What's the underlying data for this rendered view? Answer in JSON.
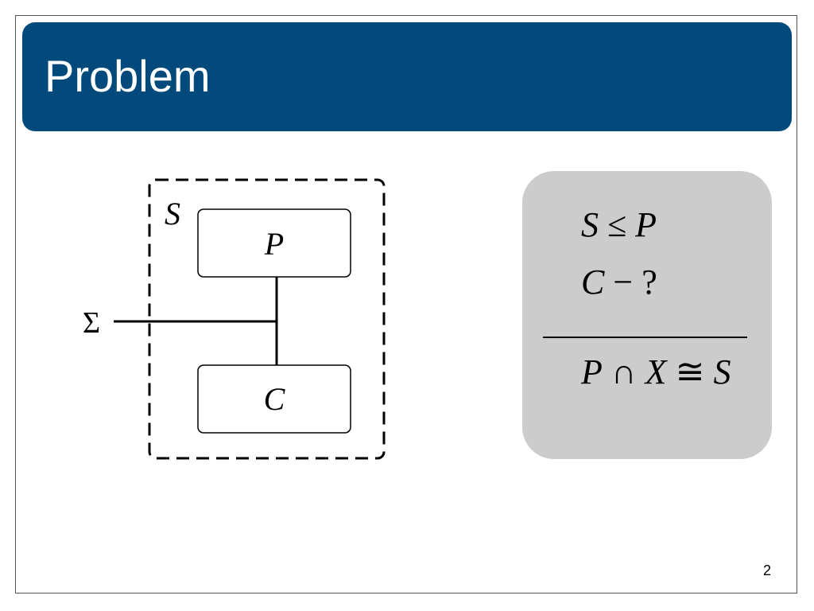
{
  "slide": {
    "title": "Problem",
    "page_number": "2"
  },
  "diagram": {
    "system_label": "S",
    "plant_block_label": "P",
    "controller_block_label": "C",
    "input_label": "Σ"
  },
  "panel": {
    "line_1": {
      "left": "S",
      "op": "≤",
      "right": "P"
    },
    "line_2": {
      "left": "C",
      "op": "−",
      "right": "?"
    },
    "line_3": {
      "a": "P",
      "op1": "∩",
      "b": "X",
      "op2": "≅",
      "c": "S"
    }
  },
  "colors": {
    "title_bar": "#034a7c",
    "panel_background": "#cccccc"
  }
}
